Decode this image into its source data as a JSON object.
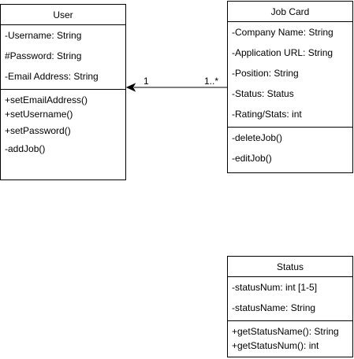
{
  "classes": {
    "user": {
      "name": "User",
      "attributes": [
        "-Username: String",
        "#Password: String",
        "-Email Address: String"
      ],
      "methods": [
        "+setEmailAddress()",
        "+setUsername()",
        "+setPassword()",
        "-addJob()"
      ]
    },
    "job_card": {
      "name": "Job Card",
      "attributes": [
        "-Company Name: String",
        "-Application URL: String",
        "-Position: String",
        "-Status: Status",
        "-Rating/Stats: int"
      ],
      "methods": [
        "-deleteJob()",
        "-editJob()"
      ]
    },
    "status": {
      "name": "Status",
      "attributes": [
        "-statusNum: int [1-5]",
        "-statusName: String"
      ],
      "methods": [
        "+getStatusName(): String",
        "+getStatusNum(): int"
      ]
    }
  },
  "association": {
    "source_multiplicity": "1",
    "target_multiplicity": "1..*"
  },
  "colors": {
    "line": "#000000",
    "background": "#ffffff"
  }
}
